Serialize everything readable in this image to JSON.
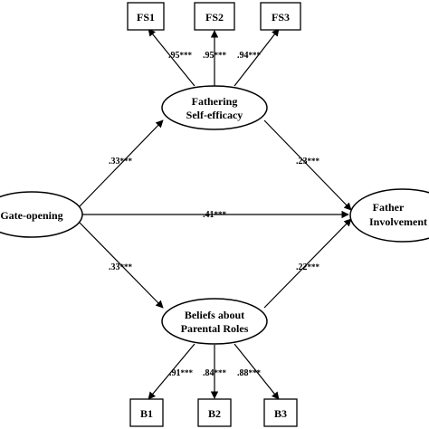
{
  "nodes": {
    "fs1": "FS1",
    "fs2": "FS2",
    "fs3": "FS3",
    "fathering_line1": "Fathering",
    "fathering_line2": "Self-efficacy",
    "gate_opening": "Gate-opening",
    "father_line1": "Father",
    "father_line2": "Involvement",
    "beliefs_line1": "Beliefs about",
    "beliefs_line2": "Parental Roles",
    "b1": "B1",
    "b2": "B2",
    "b3": "B3"
  },
  "paths": {
    "fs1": {
      "value": ".95",
      "sig": "***"
    },
    "fs2": {
      "value": ".95",
      "sig": "***"
    },
    "fs3": {
      "value": ".94",
      "sig": "***"
    },
    "gate_to_fathering": {
      "value": ".33",
      "sig": "***"
    },
    "fathering_to_father": {
      "value": ".23",
      "sig": "***"
    },
    "gate_to_father": {
      "value": ".41",
      "sig": "***"
    },
    "gate_to_beliefs": {
      "value": ".33",
      "sig": "***"
    },
    "beliefs_to_father": {
      "value": ".22",
      "sig": "***"
    },
    "b1": {
      "value": ".91",
      "sig": "***"
    },
    "b2": {
      "value": ".84",
      "sig": "***"
    },
    "b3": {
      "value": ".88",
      "sig": "***"
    }
  }
}
